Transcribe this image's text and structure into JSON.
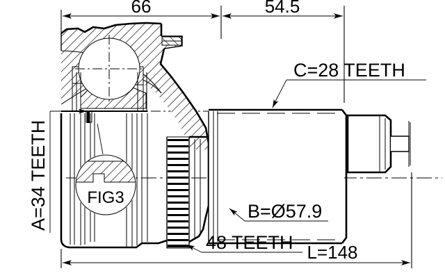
{
  "drawing": {
    "type": "technical-drawing",
    "subject": "CV joint outer assembly cross-section",
    "dimensions": {
      "joint_length_label": "66",
      "shaft_length_label": "54.5",
      "total_length_label": "L=148"
    },
    "callouts": {
      "inner_spline_label": "A=34 TEETH",
      "outer_spline_label": "C=28 TEETH",
      "bell_diameter_label": "B=Ø57.9",
      "abs_ring_label": "48 TEETH",
      "detail_bubble_label": "FIG3"
    },
    "values": {
      "joint_length_mm": 66,
      "shaft_length_mm": 54.5,
      "total_length_mm": 148,
      "bell_diameter_mm": 57.9,
      "inner_spline_teeth": 34,
      "outer_spline_teeth": 28,
      "abs_ring_teeth": 48
    },
    "colors": {
      "line": "#000000",
      "background": "#ffffff"
    }
  }
}
